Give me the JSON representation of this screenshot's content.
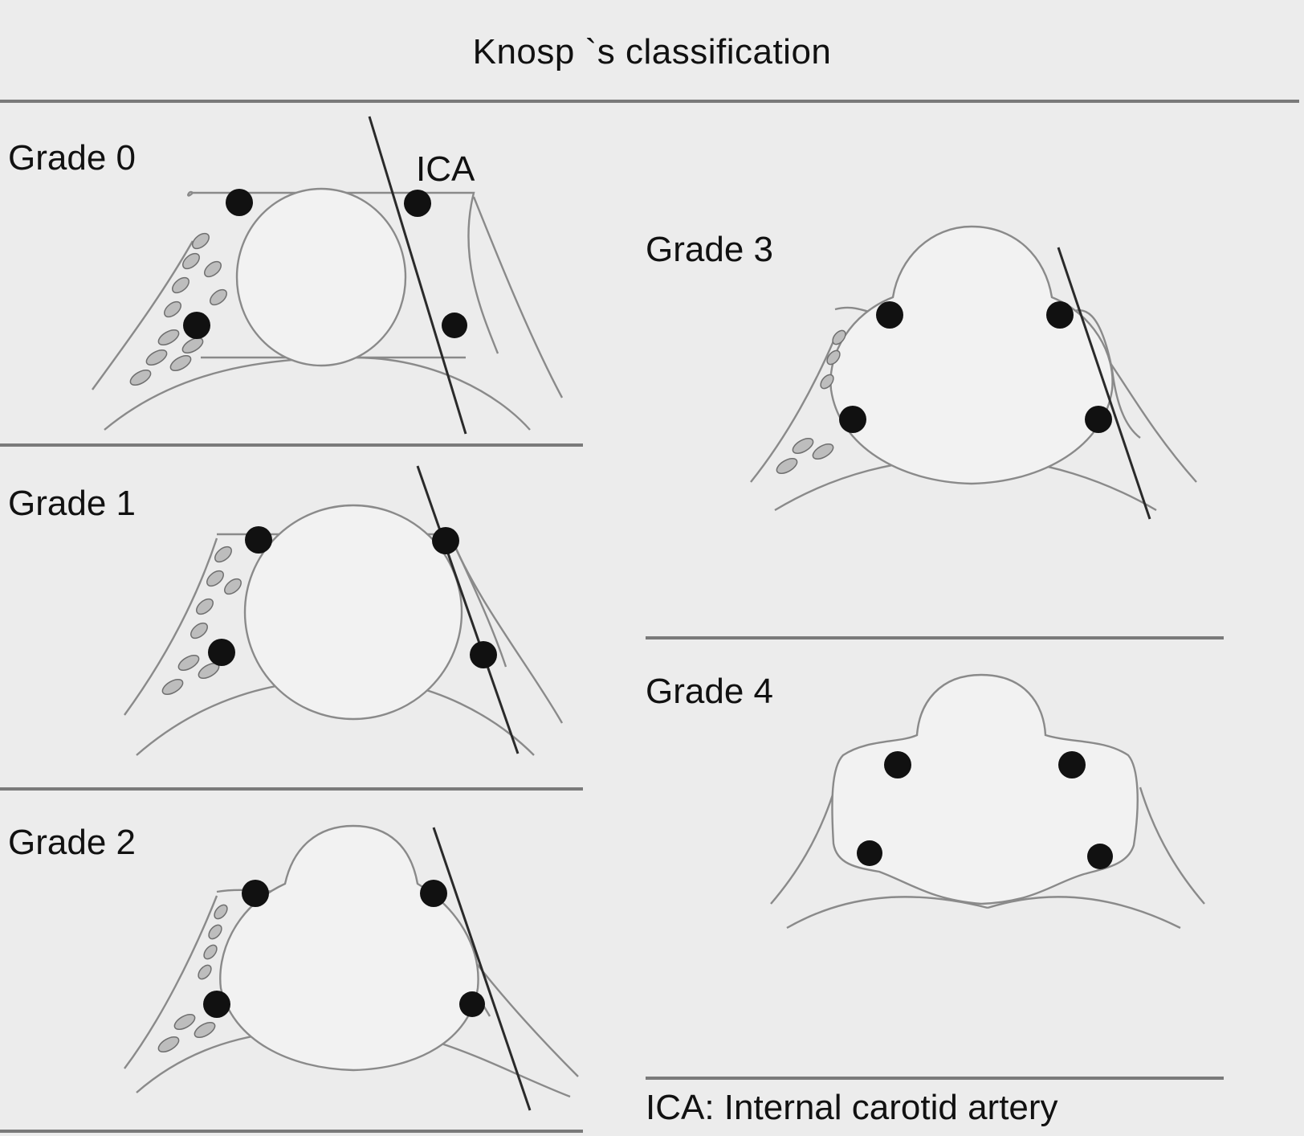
{
  "title": "Knosp `s classification",
  "grades": [
    {
      "label": "Grade 0"
    },
    {
      "label": "Grade 1"
    },
    {
      "label": "Grade 2"
    },
    {
      "label": "Grade 3"
    },
    {
      "label": "Grade 4"
    }
  ],
  "ica_label": "ICA",
  "footnote": "ICA: Internal carotid artery"
}
